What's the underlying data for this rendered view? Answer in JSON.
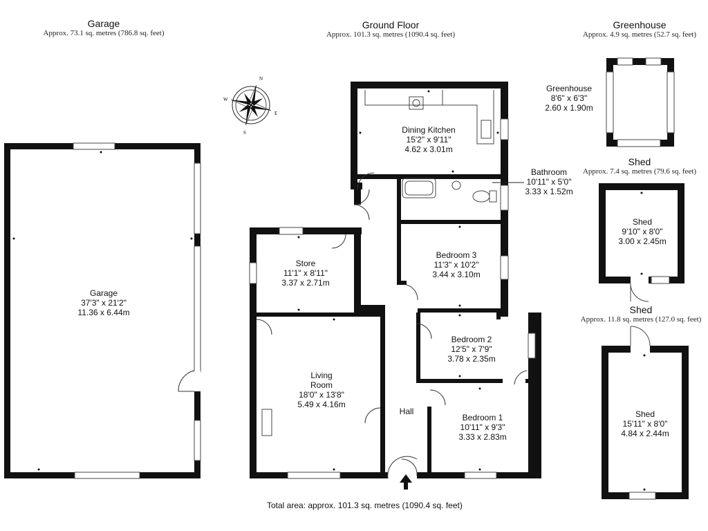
{
  "headers": {
    "garage": {
      "title": "Garage",
      "area": "Approx. 73.1 sq. metres (786.8 sq. feet)"
    },
    "ground": {
      "title": "Ground Floor",
      "area": "Approx. 101.3 sq. metres (1090.4 sq. feet)"
    },
    "greenhouse": {
      "title": "Greenhouse",
      "area": "Approx. 4.9 sq. metres (52.7 sq. feet)"
    },
    "shed1": {
      "title": "Shed",
      "area": "Approx. 7.4 sq. metres (79.6 sq. feet)"
    },
    "shed2": {
      "title": "Shed",
      "area": "Approx. 11.8 sq. metres (127.0 sq. feet)"
    }
  },
  "rooms": {
    "garage": {
      "name": "Garage",
      "imperial": "37'3\" x 21'2\"",
      "metric": "11.36 x 6.44m"
    },
    "dining_kitchen": {
      "name1": "Dining Kitchen",
      "imperial": "15'2\" x 9'11\"",
      "metric": "4.62 x 3.01m"
    },
    "bathroom": {
      "name": "Bathroom",
      "imperial": "10'11\" x 5'0\"",
      "metric": "3.33 x 1.52m"
    },
    "store": {
      "name": "Store",
      "imperial": "11'1\" x 8'11\"",
      "metric": "3.37 x 2.71m"
    },
    "bedroom3": {
      "name": "Bedroom 3",
      "imperial": "11'3\" x 10'2\"",
      "metric": "3.44 x 3.10m"
    },
    "bedroom2": {
      "name": "Bedroom 2",
      "imperial": "12'5\" x 7'9\"",
      "metric": "3.78 x 2.35m"
    },
    "living": {
      "name1": "Living",
      "name2": "Room",
      "imperial": "18'0\" x 13'8\"",
      "metric": "5.49 x 4.16m"
    },
    "hall": {
      "name": "Hall"
    },
    "bedroom1": {
      "name": "Bedroom 1",
      "imperial": "10'11\" x 9'3\"",
      "metric": "3.33 x 2.83m"
    },
    "greenhouse": {
      "name": "Greenhouse",
      "imperial": "8'6\" x 6'3\"",
      "metric": "2.60 x 1.90m"
    },
    "shed1": {
      "name": "Shed",
      "imperial": "9'10\" x 8'0\"",
      "metric": "3.00 x 2.45m"
    },
    "shed2": {
      "name": "Shed",
      "imperial": "15'11\" x 8'0\"",
      "metric": "4.84 x 2.44m"
    }
  },
  "compass": {
    "n": "N",
    "s": "S",
    "e": "E",
    "w": "W"
  },
  "total": "Total area: approx. 101.3 sq. metres (1090.4 sq. feet)"
}
